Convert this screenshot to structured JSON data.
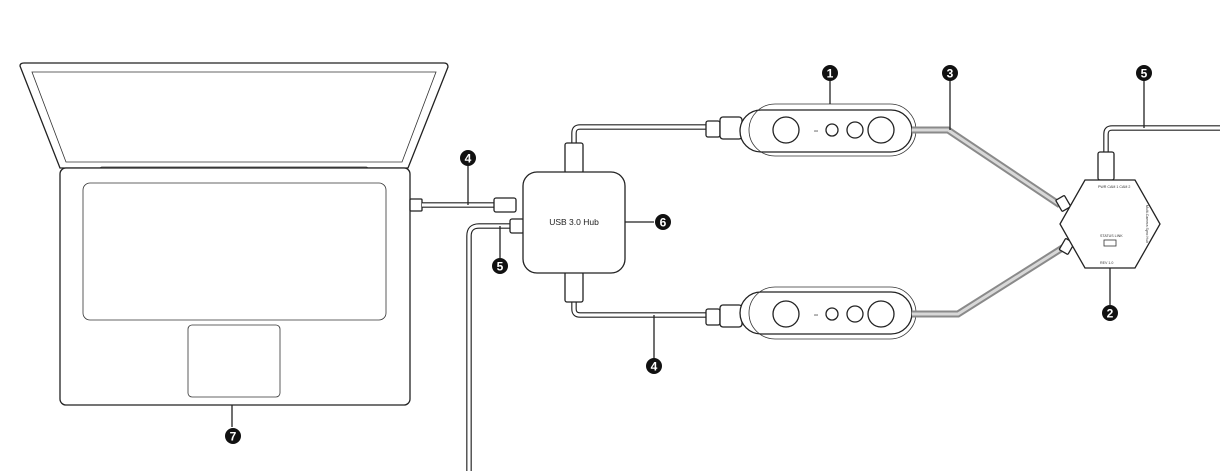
{
  "hub": {
    "label": "USB 3.0 Hub"
  },
  "callouts": {
    "camera_top": "1",
    "controller": "2",
    "ribbon_cable": "3",
    "usb_cable_laptop": "4",
    "power_hub": "5",
    "hub_body": "6",
    "laptop": "7",
    "usb_cable_bottom": "4",
    "power_controller": "5"
  },
  "device_labels": {
    "camera_mark": "oo",
    "controller_title": "Multi-Camera Sync Hub",
    "controller_ports": "PWR   CAM 1   CAM 2",
    "controller_status": "STATUS  LINK",
    "controller_model": "REV 1.0"
  }
}
